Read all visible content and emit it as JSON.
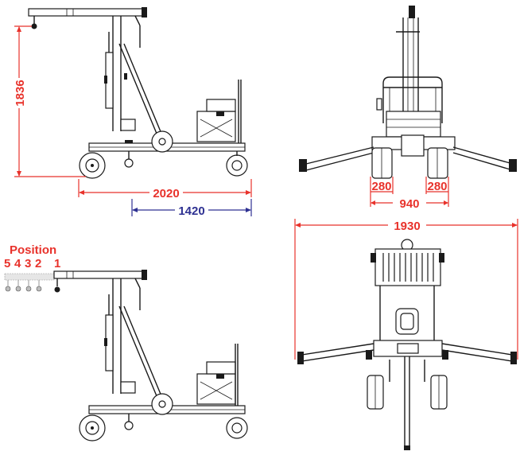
{
  "colors": {
    "dimension_red": "#e8322b",
    "dimension_blue": "#2e3192",
    "drawing": "#1a1a1a"
  },
  "dimensions": {
    "height": "1836",
    "length_total": "2020",
    "length_base": "1420",
    "leg_width_left": "280",
    "leg_width_right": "280",
    "inner_width": "940",
    "span_width": "1930"
  },
  "position_label": {
    "title": "Position",
    "numbers": [
      "5",
      "4",
      "3",
      "2",
      "1"
    ]
  },
  "icons": [
    "crane-side-view",
    "crane-front-view",
    "crane-side-view-positions",
    "crane-top-view",
    "hook-icon"
  ]
}
